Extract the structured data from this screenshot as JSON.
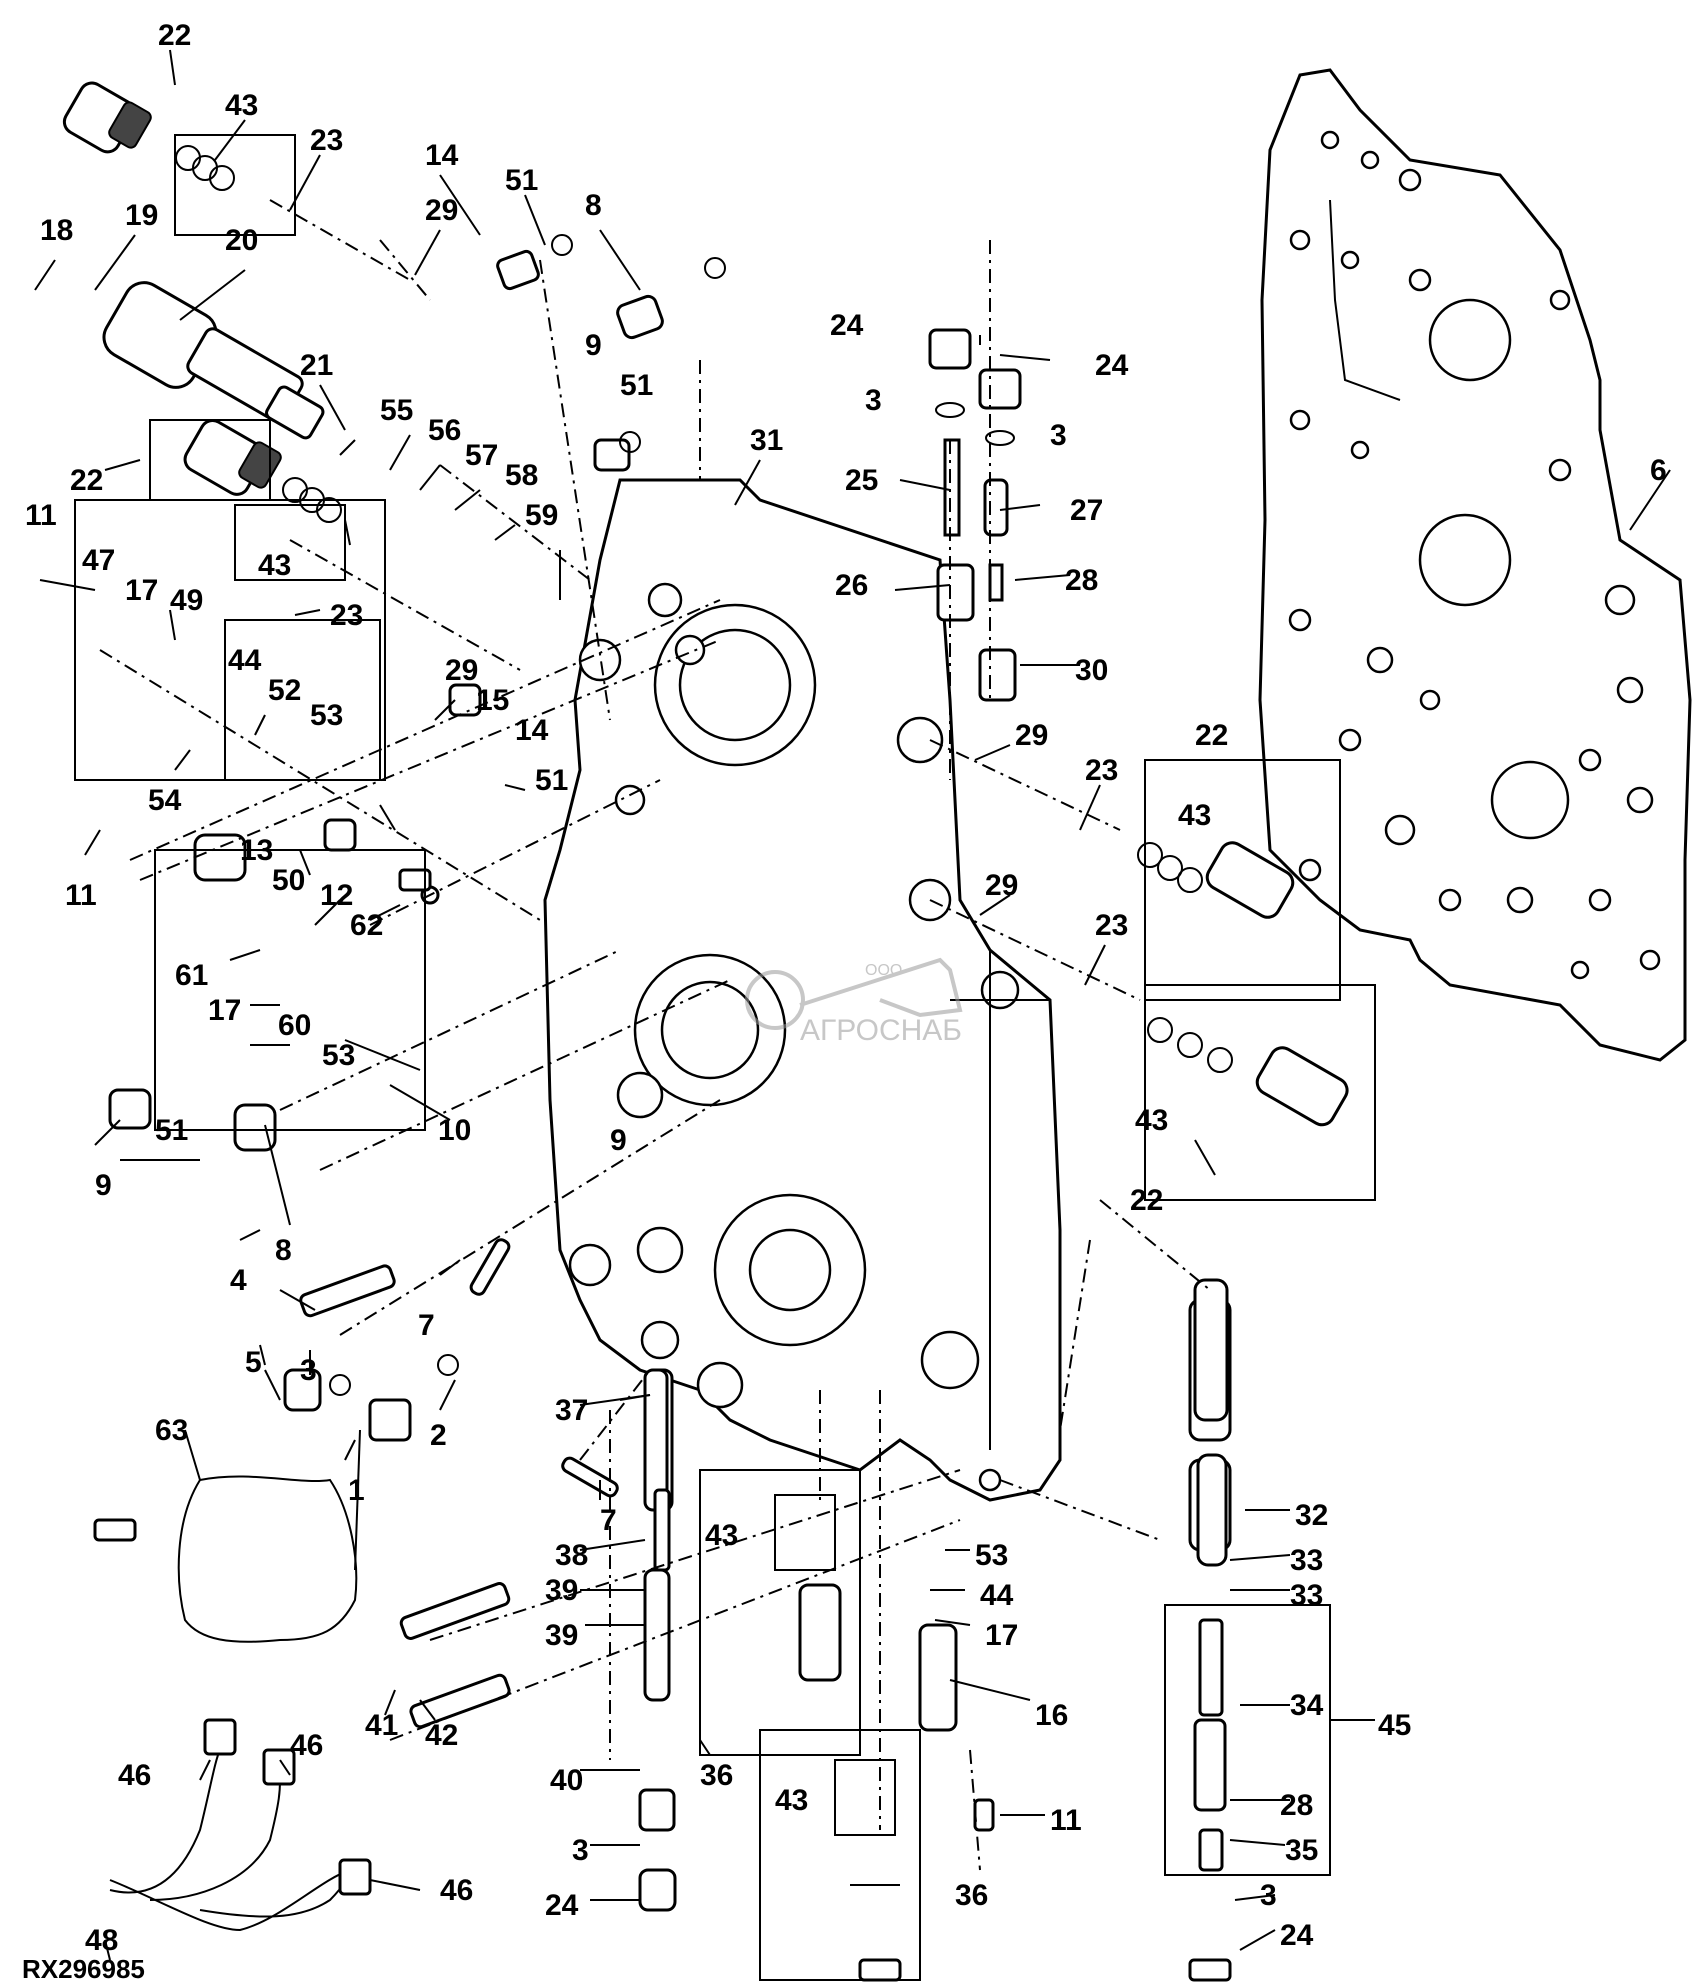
{
  "diagram": {
    "reference_code": "RX296985",
    "watermark": {
      "top_text": "ООО",
      "brand": "АГРОСНАБ"
    },
    "callouts": {
      "c1": "1",
      "c2": "2",
      "c3a": "3",
      "c3b": "3",
      "c3c": "3",
      "c3d": "3",
      "c3e": "3",
      "c4": "4",
      "c5": "5",
      "c6": "6",
      "c7a": "7",
      "c7b": "7",
      "c8a": "8",
      "c8b": "8",
      "c9a": "9",
      "c9b": "9",
      "c9c": "9",
      "c10": "10",
      "c11a": "11",
      "c11b": "11",
      "c11c": "11",
      "c12": "12",
      "c13": "13",
      "c14a": "14",
      "c14b": "14",
      "c15": "15",
      "c16": "16",
      "c17a": "17",
      "c17b": "17",
      "c17c": "17",
      "c18": "18",
      "c19": "19",
      "c20": "20",
      "c21": "21",
      "c22a": "22",
      "c22b": "22",
      "c22c": "22",
      "c22d": "22",
      "c23a": "23",
      "c23b": "23",
      "c23c": "23",
      "c23d": "23",
      "c24a": "24",
      "c24b": "24",
      "c24c": "24",
      "c24d": "24",
      "c25": "25",
      "c26": "26",
      "c27": "27",
      "c28a": "28",
      "c28b": "28",
      "c29a": "29",
      "c29b": "29",
      "c29c": "29",
      "c29d": "29",
      "c30": "30",
      "c31": "31",
      "c32": "32",
      "c33a": "33",
      "c33b": "33",
      "c34": "34",
      "c35": "35",
      "c36a": "36",
      "c36b": "36",
      "c37": "37",
      "c38": "38",
      "c39a": "39",
      "c39b": "39",
      "c40": "40",
      "c41": "41",
      "c42": "42",
      "c43a": "43",
      "c43b": "43",
      "c43c": "43",
      "c43d": "43",
      "c43e": "43",
      "c43f": "43",
      "c44a": "44",
      "c44b": "44",
      "c45": "45",
      "c46a": "46",
      "c46b": "46",
      "c46c": "46",
      "c47": "47",
      "c48": "48",
      "c49": "49",
      "c50": "50",
      "c51a": "51",
      "c51b": "51",
      "c51c": "51",
      "c51d": "51",
      "c52": "52",
      "c53a": "53",
      "c53b": "53",
      "c53c": "53",
      "c54": "54",
      "c55": "55",
      "c56": "56",
      "c57": "57",
      "c58": "58",
      "c59": "59",
      "c60": "60",
      "c61": "61",
      "c62": "62",
      "c63": "63"
    }
  }
}
